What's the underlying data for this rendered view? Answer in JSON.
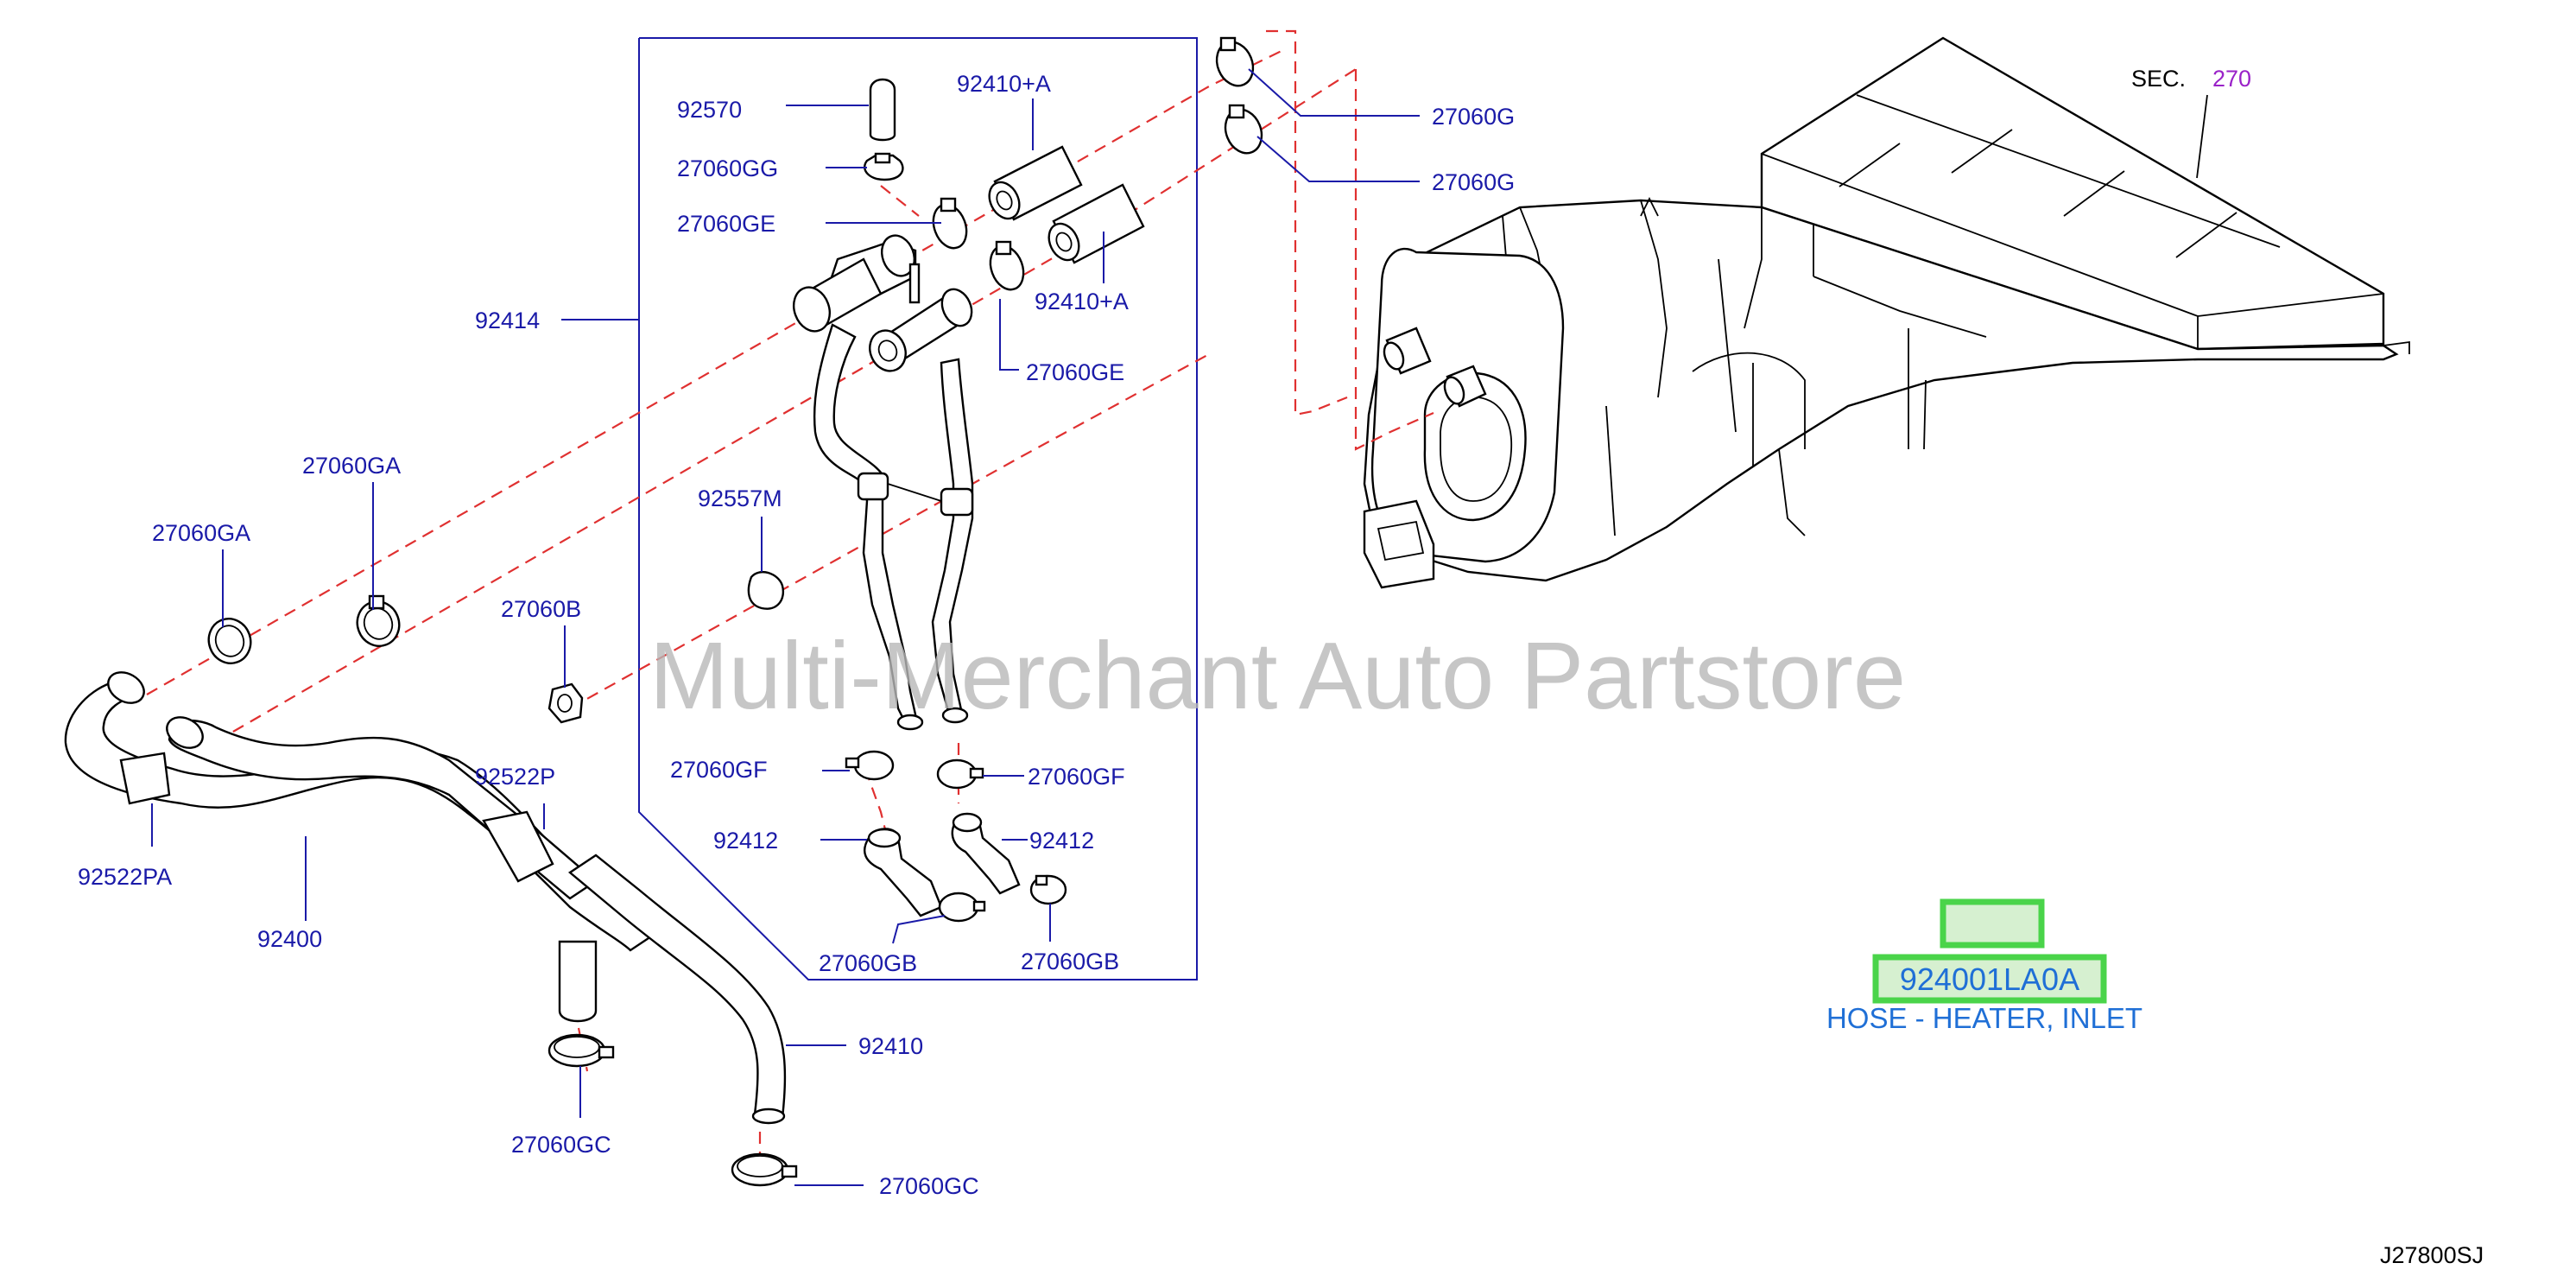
{
  "diagram": {
    "labels": [
      {
        "id": "92570",
        "text": "92570"
      },
      {
        "id": "92410A_1",
        "text": "92410+A"
      },
      {
        "id": "27060GG",
        "text": "27060GG"
      },
      {
        "id": "27060GE_1",
        "text": "27060GE"
      },
      {
        "id": "92414",
        "text": "92414"
      },
      {
        "id": "92410A_2",
        "text": "92410+A"
      },
      {
        "id": "27060GE_2",
        "text": "27060GE"
      },
      {
        "id": "27060G_1",
        "text": "27060G"
      },
      {
        "id": "27060G_2",
        "text": "27060G"
      },
      {
        "id": "27060GA_1",
        "text": "27060GA"
      },
      {
        "id": "27060GA_2",
        "text": "27060GA"
      },
      {
        "id": "92557M",
        "text": "92557M"
      },
      {
        "id": "27060B",
        "text": "27060B"
      },
      {
        "id": "27060GF_1",
        "text": "27060GF"
      },
      {
        "id": "27060GF_2",
        "text": "27060GF"
      },
      {
        "id": "92522P",
        "text": "92522P"
      },
      {
        "id": "92522PA",
        "text": "92522PA"
      },
      {
        "id": "92412_1",
        "text": "92412"
      },
      {
        "id": "92412_2",
        "text": "92412"
      },
      {
        "id": "92400",
        "text": "92400"
      },
      {
        "id": "27060GB_1",
        "text": "27060GB"
      },
      {
        "id": "27060GB_2",
        "text": "27060GB"
      },
      {
        "id": "92410",
        "text": "92410"
      },
      {
        "id": "27060GC_1",
        "text": "27060GC"
      },
      {
        "id": "27060GC_2",
        "text": "27060GC"
      }
    ],
    "section_ref": {
      "prefix": "SEC.",
      "number": "270"
    },
    "watermark": "Multi-Merchant Auto Partstore",
    "highlighted_part": {
      "number": "924001LA0A",
      "description": "HOSE - HEATER, INLET"
    },
    "diagram_code": "J27800SJ"
  },
  "colors": {
    "label": "#1a1aa8",
    "highlight": "#4ad44a",
    "part_info": "#1f6fd6",
    "dash": "#e03030",
    "section": "#9a22c8"
  }
}
